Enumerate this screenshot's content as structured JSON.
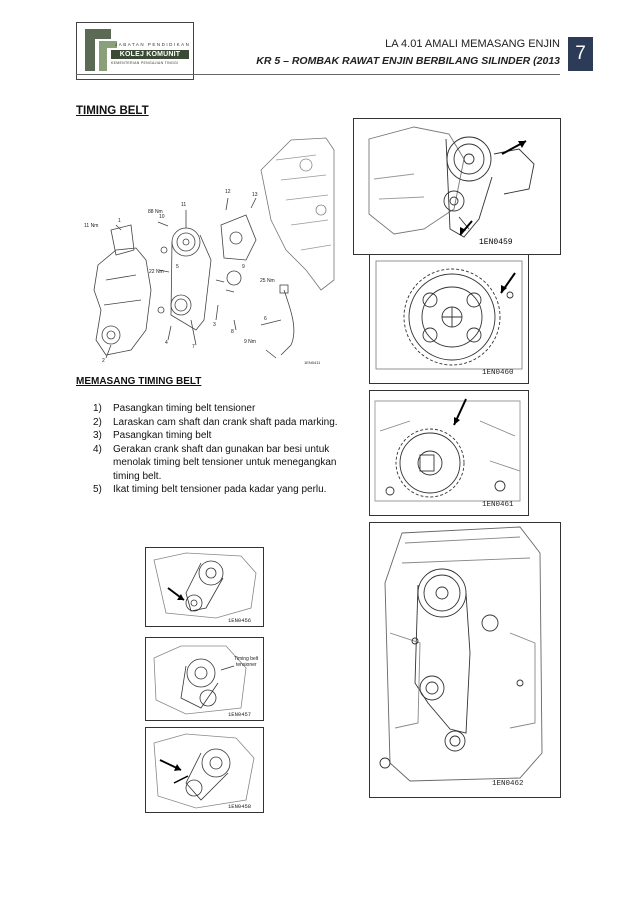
{
  "header": {
    "logo_top": "JABATAN PENDIDIKAN",
    "logo_name": "KOLEJ KOMUNIT",
    "logo_sub": "KEMENTERIAN PENGAJIAN TINGGI",
    "line1": "LA 4.01 AMALI MEMASANG ENJIN",
    "line2": "KR 5 – ROMBAK RAWAT ENJIN BERBILANG SILINDER (2013",
    "page_number": "7"
  },
  "section_title": "TIMING BELT",
  "subsection_title": "MEMASANG TIMING BELT",
  "steps": [
    {
      "num": "1)",
      "text": "Pasangkan timing belt tensioner"
    },
    {
      "num": "2)",
      "text": "Laraskan cam shaft dan crank shaft pada marking."
    },
    {
      "num": "3)",
      "text": "Pasangkan timing belt"
    },
    {
      "num": "4)",
      "text": "Gerakan crank shaft dan gunakan bar besi untuk menolak timing belt tensioner untuk menegangkan timing belt."
    },
    {
      "num": "5)",
      "text": "Ikat timing belt tensioner pada kadar yang perlu."
    }
  ],
  "exploded_diagram": {
    "part_numbers": [
      "1",
      "2",
      "3",
      "4",
      "5",
      "6",
      "7",
      "8",
      "9",
      "10",
      "11",
      "12",
      "13"
    ],
    "torque_labels": [
      "11 Nm",
      "88 Nm",
      "22 Nm",
      "25 Nm",
      "9 Nm"
    ],
    "code": "1EN0411"
  },
  "figures": {
    "right": [
      "1EN0459",
      "1EN0460",
      "1EN0461",
      "1EN0462"
    ],
    "left": [
      "1EN0456",
      "1EN0457",
      "1EN0458"
    ],
    "tensioner_label": "Timing belt tensioner"
  }
}
